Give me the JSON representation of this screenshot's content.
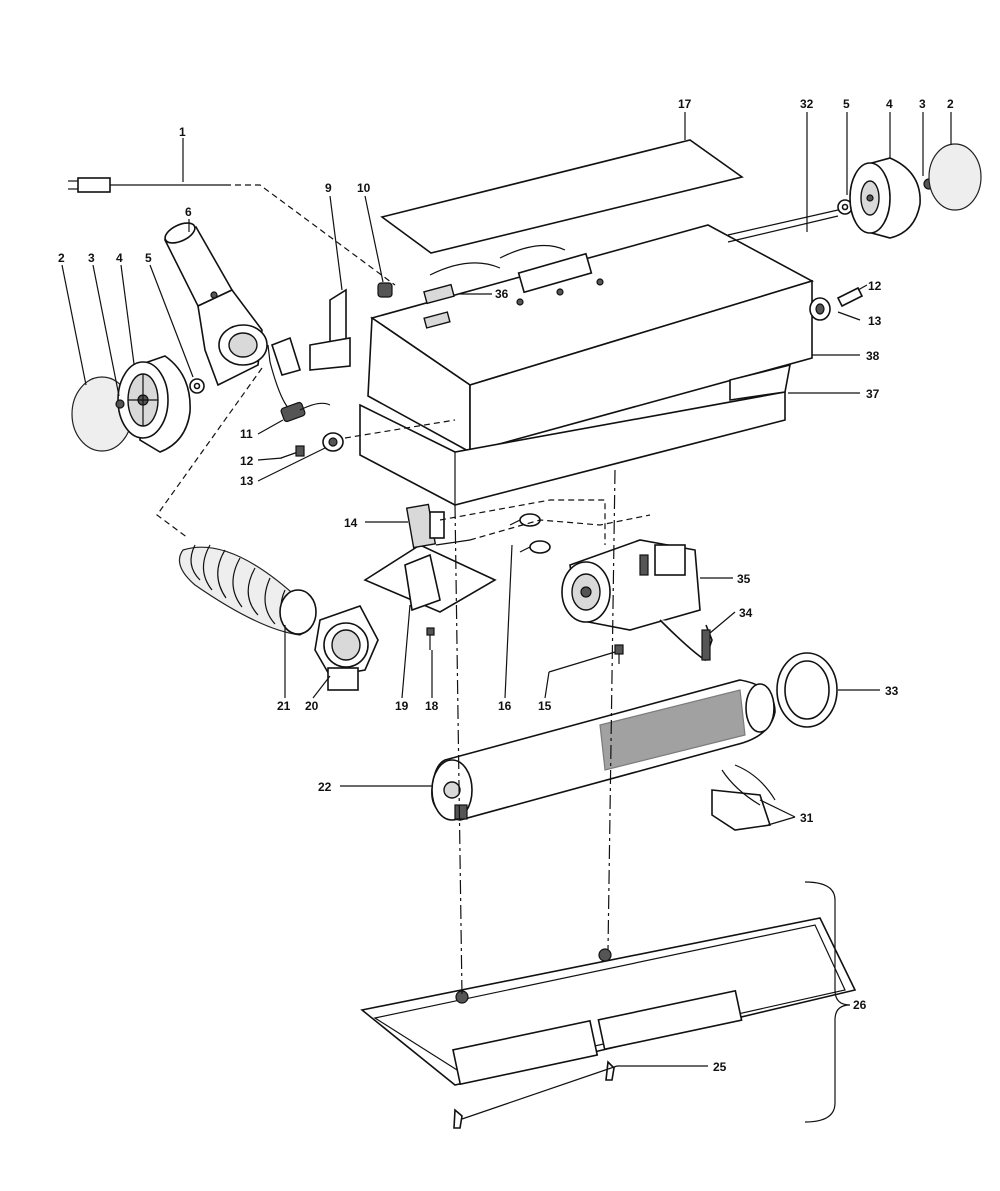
{
  "diagram": {
    "callouts": {
      "c1": "1",
      "c2a": "2",
      "c2b": "2",
      "c3a": "3",
      "c3b": "3",
      "c4a": "4",
      "c4b": "4",
      "c5a": "5",
      "c5b": "5",
      "c6": "6",
      "c9": "9",
      "c10": "10",
      "c11": "11",
      "c12a": "12",
      "c12b": "12",
      "c13a": "13",
      "c13b": "13",
      "c14": "14",
      "c15": "15",
      "c16": "16",
      "c17": "17",
      "c18": "18",
      "c19": "19",
      "c20": "20",
      "c21": "21",
      "c22": "22",
      "c25": "25",
      "c26": "26",
      "c31": "31",
      "c32": "32",
      "c33": "33",
      "c34": "34",
      "c35": "35",
      "c36": "36",
      "c37": "37",
      "c38": "38"
    }
  }
}
